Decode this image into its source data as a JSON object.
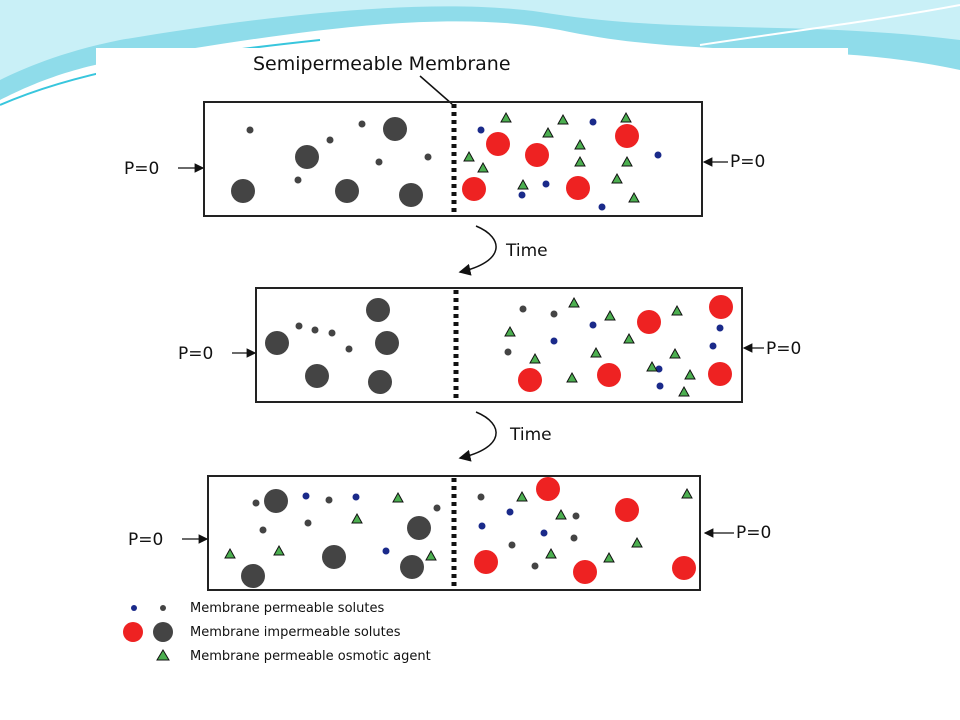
{
  "diagram": {
    "membrane_title": "Semipermeable Membrane",
    "pressure_label": "P=0",
    "time_label": "Time",
    "legend": [
      {
        "key": "permeable",
        "text": "Membrane permeable solutes"
      },
      {
        "key": "impermeable",
        "text": "Membrane impermeable solutes"
      },
      {
        "key": "osmotic",
        "text": "Membrane permeable osmotic agent"
      }
    ]
  },
  "colors": {
    "red_particle": "#ee2222",
    "gray_particle": "#444444",
    "blue_particle": "#1a2a8a",
    "osmotic_fill": "#4caf50",
    "accent_cyan": "#38c6dd"
  }
}
